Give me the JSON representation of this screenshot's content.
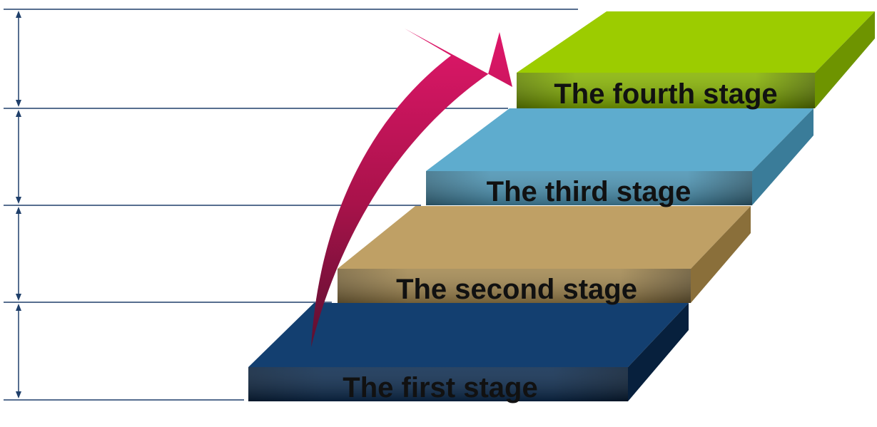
{
  "stages": [
    {
      "label": "The first stage",
      "color": "#133f70",
      "side_color": "#0c2b4f",
      "shade_color": "#07203d"
    },
    {
      "label": "The second stage",
      "color": "#bfa065",
      "side_color": "#a2874f",
      "shade_color": "#8a6f3a"
    },
    {
      "label": "The third stage",
      "color": "#5eacce",
      "side_color": "#4a93b3",
      "shade_color": "#3a7c99"
    },
    {
      "label": "The fourth stage",
      "color": "#9ccc00",
      "side_color": "#86b300",
      "shade_color": "#6e9400"
    }
  ],
  "arrow_color": "#d4145a",
  "line_color": "#1f3f6a"
}
